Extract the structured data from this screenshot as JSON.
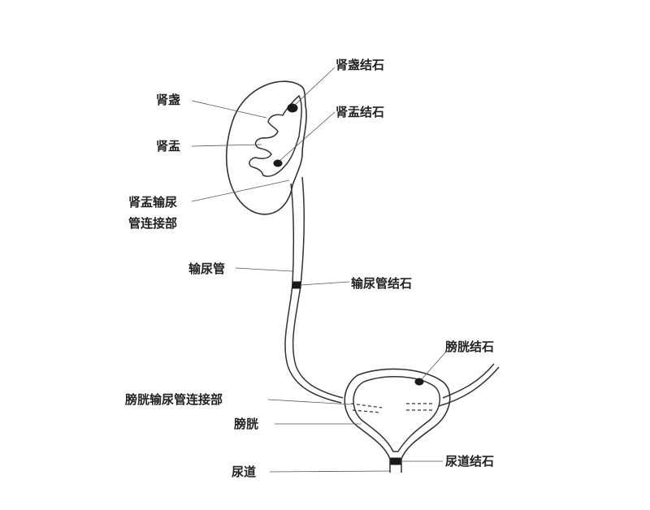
{
  "labels": {
    "kidney_calyx_stone": "肾盏结石",
    "renal_calyx": "肾盏",
    "renal_pelvis_stone": "肾盂结石",
    "renal_pelvis": "肾盂",
    "upj_line1": "肾盂输尿",
    "upj_line2": "管连接部",
    "ureter": "输尿管",
    "ureteral_stone": "输尿管结石",
    "bladder_stone": "膀胱结石",
    "uvj": "膀胱输尿管连接部",
    "bladder": "膀胱",
    "urethra": "尿道",
    "urethral_stone": "尿道结石"
  }
}
